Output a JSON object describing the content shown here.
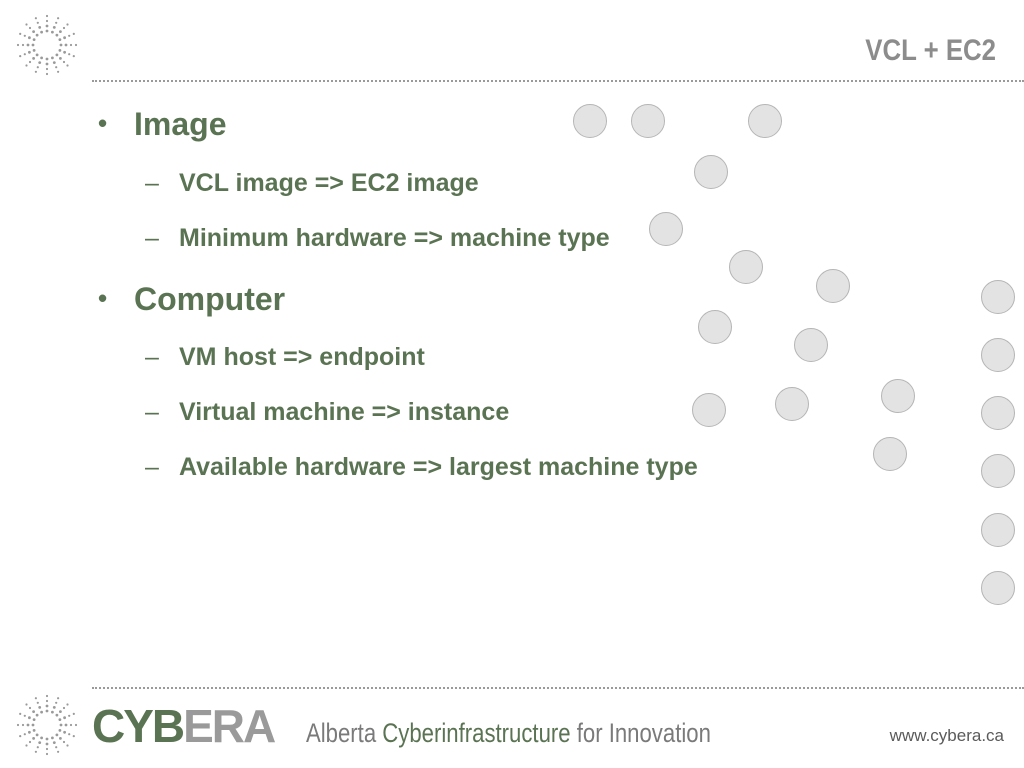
{
  "slide": {
    "title": "VCL + EC2",
    "bullets": [
      {
        "text": "Image",
        "sub": [
          "VCL image => EC2 image",
          "Minimum hardware => machine type"
        ]
      },
      {
        "text": "Computer",
        "sub": [
          "VM host => endpoint",
          "Virtual machine => instance",
          "Available hardware => largest machine type"
        ]
      }
    ]
  },
  "footer": {
    "logo_part1": "CYB",
    "logo_part2": "ERA",
    "tagline_part1": "Alberta ",
    "tagline_part2": "Cyberinfrastructure",
    "tagline_part3": " for Innovation",
    "url": "www.cybera.ca"
  },
  "icons": {
    "bullet": "•",
    "dash": "–",
    "logo_mark": "dotted-sunburst-icon",
    "decoration": "grey-circles"
  },
  "colors": {
    "accent_green": "#5a7352",
    "title_grey": "#8c8c8c",
    "circle_fill": "#e3e3e3"
  }
}
